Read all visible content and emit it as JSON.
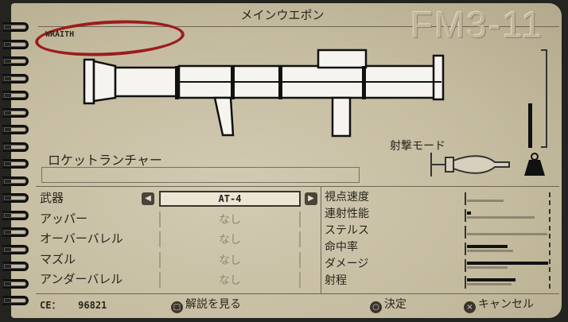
{
  "header": {
    "title": "メインウエポン",
    "model": "FM3-11",
    "tag": "WRAITH"
  },
  "weapon": {
    "category": "ロケットランチャー",
    "fire_mode_label": "射撃モード",
    "weight_level": 0.45
  },
  "slots": [
    {
      "label": "武器",
      "value": "AT-4",
      "selected": true
    },
    {
      "label": "アッパー",
      "value": "なし"
    },
    {
      "label": "オーバーバレル",
      "value": "なし"
    },
    {
      "label": "マズル",
      "value": "なし"
    },
    {
      "label": "アンダーバレル",
      "value": "なし"
    }
  ],
  "stats": [
    {
      "label": "視点速度",
      "current": 0,
      "compare": 0.45
    },
    {
      "label": "連射性能",
      "current": 0.05,
      "compare": 0.83
    },
    {
      "label": "ステルス",
      "current": 0,
      "compare": 0.99
    },
    {
      "label": "命中率",
      "current": 0.5,
      "compare": 0.57
    },
    {
      "label": "ダメージ",
      "current": 1.0,
      "compare": 0.5
    },
    {
      "label": "射程",
      "current": 0.6,
      "compare": 0.55
    }
  ],
  "footer": {
    "ce_label": "CE：",
    "ce_value": "96821",
    "info": "解説を見る",
    "confirm": "決定",
    "cancel": "キャンセル"
  },
  "icons": {
    "info": "square-button-icon",
    "confirm": "circle-button-icon",
    "cancel": "cross-button-icon",
    "weight": "weight-icon",
    "grenade": "grenade-icon"
  },
  "colors": {
    "paper": "#c8bfa6",
    "accent_red": "#9c1c1c"
  }
}
